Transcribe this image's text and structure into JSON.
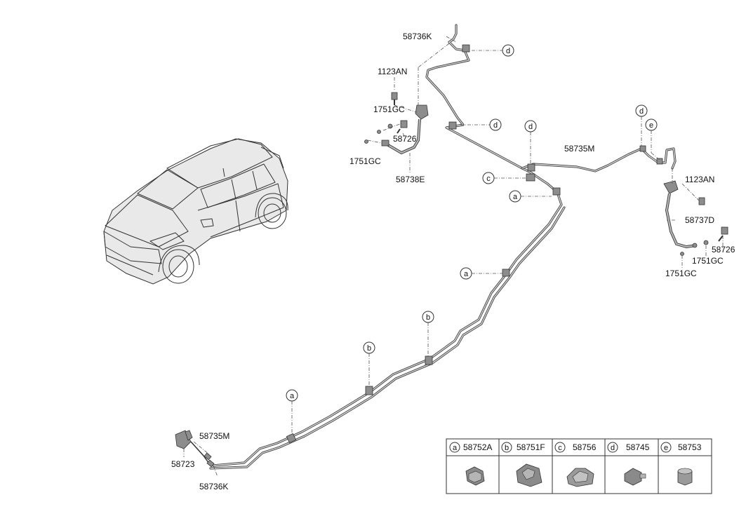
{
  "labels": {
    "p58736K_top": "58736K",
    "p1123AN_left": "1123AN",
    "p1751GC_left_a": "1751GC",
    "p58726_left": "58726",
    "p1751GC_left_b": "1751GC",
    "p58738E": "58738E",
    "p58735M_top": "58735M",
    "p1123AN_right": "1123AN",
    "p58737D": "58737D",
    "p58726_right": "58726",
    "p1751GC_right_a": "1751GC",
    "p1751GC_right_b": "1751GC",
    "p58735M_bottom": "58735M",
    "p58723": "58723",
    "p58736K_bottom": "58736K"
  },
  "callouts": {
    "a": "a",
    "b": "b",
    "c": "c",
    "d": "d",
    "e": "e"
  },
  "legend": [
    {
      "letter": "a",
      "part": "58752A"
    },
    {
      "letter": "b",
      "part": "58751F"
    },
    {
      "letter": "c",
      "part": "58756"
    },
    {
      "letter": "d",
      "part": "58745"
    },
    {
      "letter": "e",
      "part": "58753"
    }
  ]
}
